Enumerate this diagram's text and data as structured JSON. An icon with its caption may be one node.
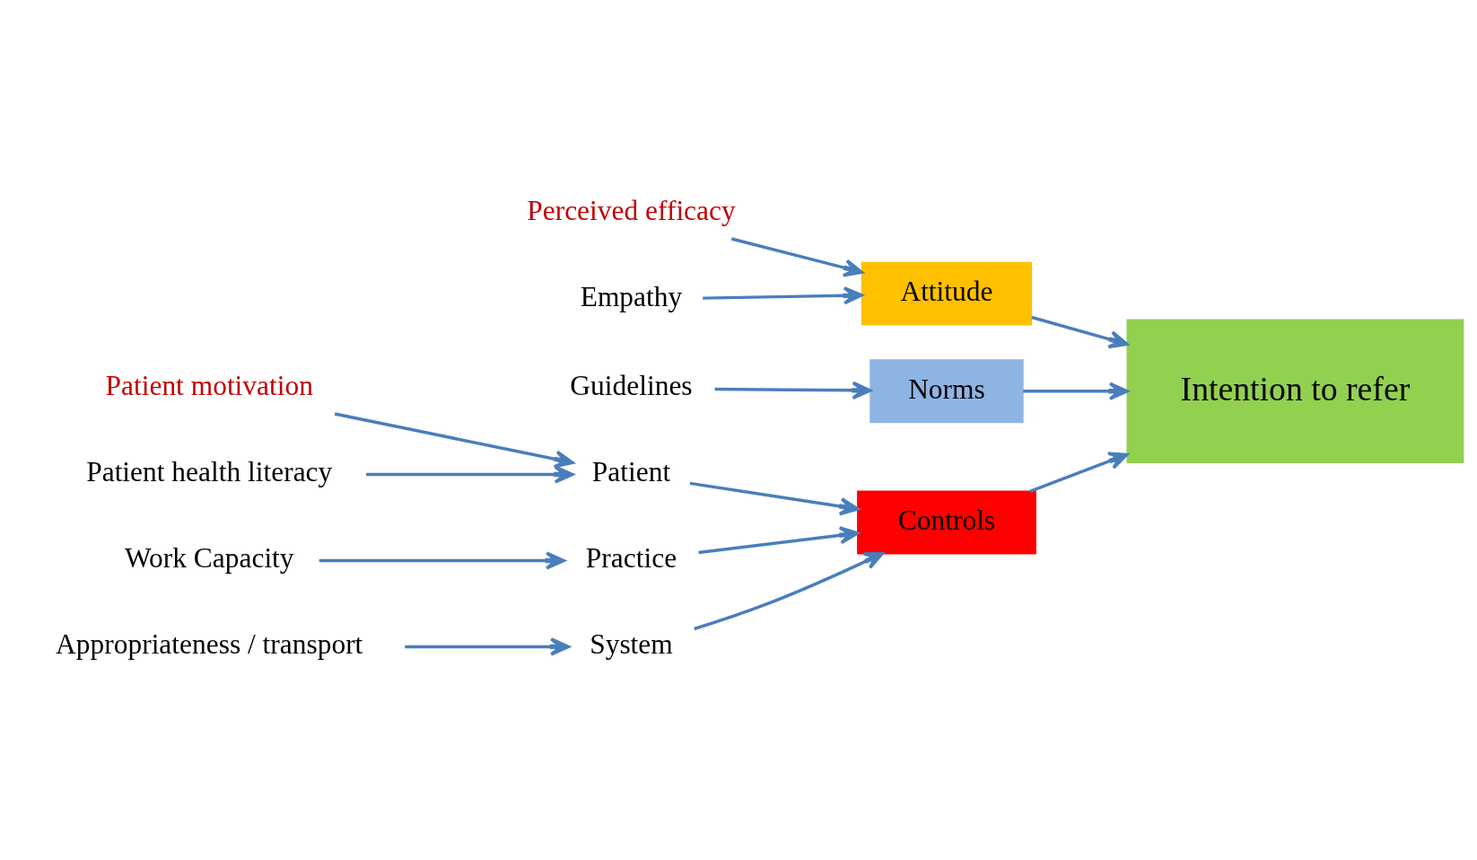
{
  "diagram": {
    "nodes": [
      {
        "text": [
          "Perceived efficacy"
        ]
      },
      {
        "text": [
          "Empathy"
        ]
      },
      {
        "text": [
          "Attitude"
        ]
      },
      {
        "text": [
          "Guidelines"
        ]
      },
      {
        "text": [
          "Norms"
        ]
      },
      {
        "text": [
          "Patient motivation"
        ]
      },
      {
        "text": [
          "Patient health literacy"
        ]
      },
      {
        "text": [
          "Patient"
        ]
      },
      {
        "text": [
          "Work Capacity"
        ]
      },
      {
        "text": [
          "Practice"
        ]
      },
      {
        "text": [
          "Appropriateness / transport"
        ]
      },
      {
        "text": [
          "System"
        ]
      },
      {
        "text": [
          "Controls"
        ]
      },
      {
        "text": [
          "Intention to refer"
        ]
      }
    ],
    "edges": [
      {
        "from": 0,
        "to": 2,
        "arrow": "to"
      },
      {
        "from": 1,
        "to": 2,
        "arrow": "to"
      },
      {
        "from": 2,
        "to": 13,
        "arrow": "to"
      },
      {
        "from": 3,
        "to": 4,
        "arrow": "to"
      },
      {
        "from": 4,
        "to": 13,
        "arrow": "to"
      },
      {
        "from": 5,
        "to": 7,
        "arrow": "to"
      },
      {
        "from": 6,
        "to": 7,
        "arrow": "to"
      },
      {
        "from": 7,
        "to": 12,
        "arrow": "to"
      },
      {
        "from": 8,
        "to": 9,
        "arrow": "to"
      },
      {
        "from": 9,
        "to": 12,
        "arrow": "to"
      },
      {
        "from": 10,
        "to": 11,
        "arrow": "to"
      },
      {
        "from": 11,
        "to": 12,
        "arrow": "to"
      },
      {
        "from": 12,
        "to": 13,
        "arrow": "to"
      }
    ]
  }
}
